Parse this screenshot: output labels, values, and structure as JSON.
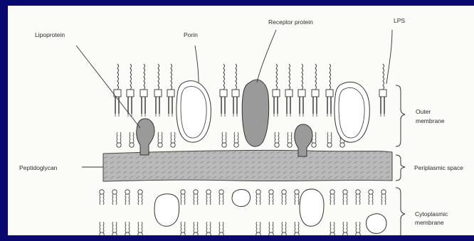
{
  "labels": {
    "lipoprotein": "Lipoprotein",
    "porin": "Porin",
    "receptor_protein": "Receptor protein",
    "lps": "LPS",
    "outer_membrane": [
      "Outer",
      "membrane"
    ],
    "peptidoglycan": "Peptidoglycan",
    "periplasmic_space": "Periplasmic space",
    "cytoplasmic_membrane": [
      "Cytoplasmic",
      "membrane"
    ]
  },
  "colors": {
    "background": "#08086e",
    "paper": "#fbfbf8",
    "protein_fill": "#9a9a9a",
    "peptidoglycan_fill": "#b9b9b9",
    "ink": "#2a2a2a"
  }
}
